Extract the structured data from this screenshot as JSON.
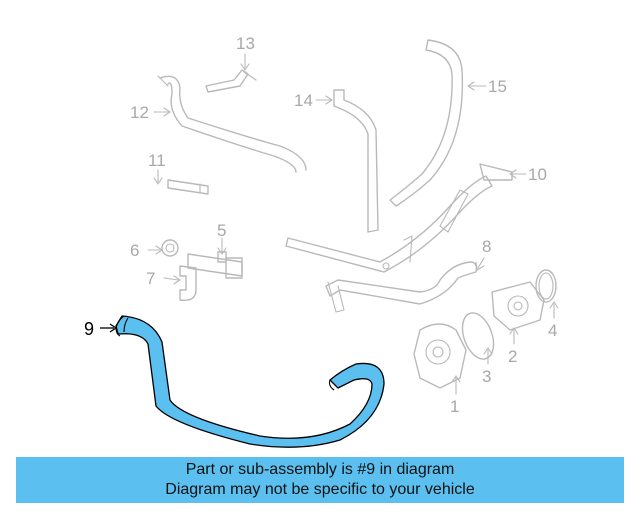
{
  "diagram": {
    "highlight_color": "#5bc0f0",
    "parts": [
      {
        "id": "part-1",
        "label": "1"
      },
      {
        "id": "part-2",
        "label": "2"
      },
      {
        "id": "part-3",
        "label": "3"
      },
      {
        "id": "part-4",
        "label": "4"
      },
      {
        "id": "part-5",
        "label": "5"
      },
      {
        "id": "part-6",
        "label": "6"
      },
      {
        "id": "part-7",
        "label": "7"
      },
      {
        "id": "part-8",
        "label": "8"
      },
      {
        "id": "part-9",
        "label": "9",
        "highlighted": true
      },
      {
        "id": "part-10",
        "label": "10"
      },
      {
        "id": "part-11",
        "label": "11"
      },
      {
        "id": "part-12",
        "label": "12"
      },
      {
        "id": "part-13",
        "label": "13"
      },
      {
        "id": "part-14",
        "label": "14"
      },
      {
        "id": "part-15",
        "label": "15"
      }
    ]
  },
  "caption": {
    "line1": "Part or sub-assembly is #9 in diagram",
    "line2": "Diagram may not be specific to your vehicle",
    "background": "#5bc0f0"
  }
}
